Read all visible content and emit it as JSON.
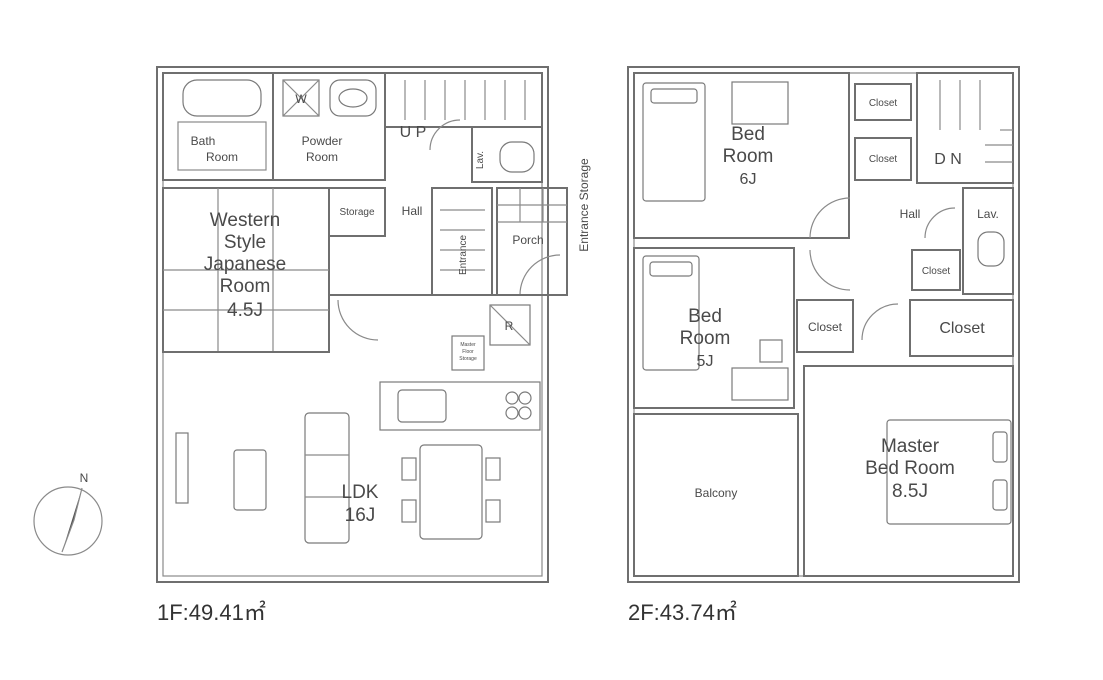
{
  "floor1": {
    "area_label": "1F:49.41㎡",
    "rooms": {
      "bath": [
        "Bath",
        "Room"
      ],
      "w": "W",
      "powder": [
        "Powder",
        "Room"
      ],
      "up": "U P",
      "lav": "Lav.",
      "storage": "Storage",
      "hall": "Hall",
      "western": [
        "Western",
        "Style",
        "Japanese",
        "Room",
        "4.5J"
      ],
      "entrance": "Entrance",
      "porch": "Porch",
      "entrance_storage": "Entrance Storage",
      "r": "R",
      "master_floor_storage": [
        "Master",
        "Floor",
        "Storage"
      ],
      "ldk": [
        "LDK",
        "16J"
      ]
    },
    "compass": "N"
  },
  "floor2": {
    "area_label": "2F:43.74㎡",
    "rooms": {
      "bed6": [
        "Bed",
        "Room",
        "6J"
      ],
      "closet_a": "Closet",
      "closet_b": "Closet",
      "dn": "D N",
      "hall": "Hall",
      "lav": "Lav.",
      "closet_c": "Closet",
      "bed5": [
        "Bed",
        "Room",
        "5J"
      ],
      "closet_d": "Closet",
      "closet_e": "Closet",
      "balcony": "Balcony",
      "master": [
        "Master",
        "Bed Room",
        "8.5J"
      ]
    }
  }
}
